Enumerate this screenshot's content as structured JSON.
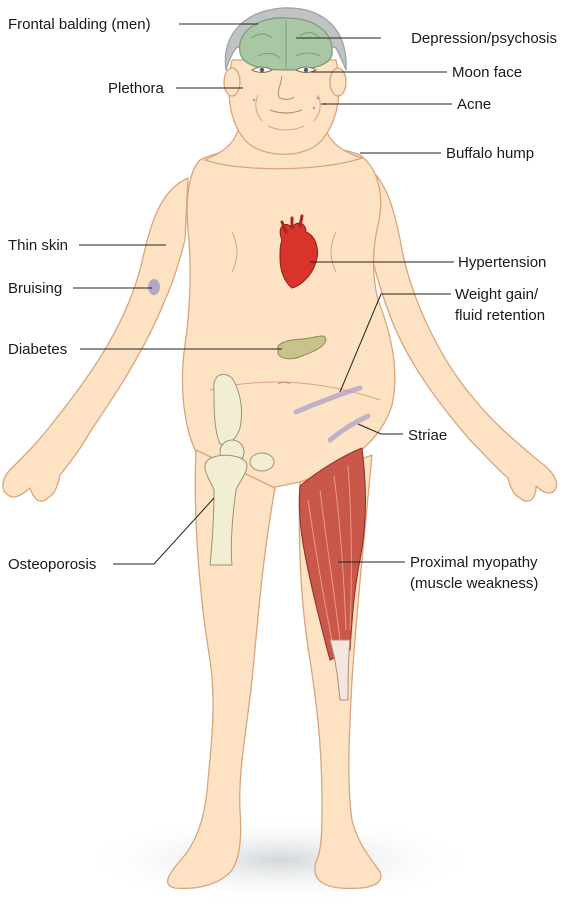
{
  "labels": {
    "frontal_balding": "Frontal balding (men)",
    "depression": "Depression/psychosis",
    "plethora": "Plethora",
    "moon_face": "Moon face",
    "acne": "Acne",
    "buffalo_hump": "Buffalo hump",
    "thin_skin": "Thin skin",
    "hypertension": "Hypertension",
    "bruising": "Bruising",
    "weight_gain_1": "Weight gain/",
    "weight_gain_2": "fluid retention",
    "diabetes": "Diabetes",
    "striae": "Striae",
    "osteoporosis": "Osteoporosis",
    "myopathy_1": "Proximal myopathy",
    "myopathy_2": "(muscle weakness)"
  },
  "colors": {
    "skin": "#fde3c4",
    "skin_outline": "#d9a47c",
    "hair": "#bfc3c4",
    "brain": "#a9c7a4",
    "heart": "#d9342b",
    "muscle": "#c9574a",
    "bone": "#f1eed3",
    "striae": "#a89ac9",
    "bruise": "#9b94c4",
    "pancreas": "#c8c38a",
    "leader": "#222222"
  }
}
